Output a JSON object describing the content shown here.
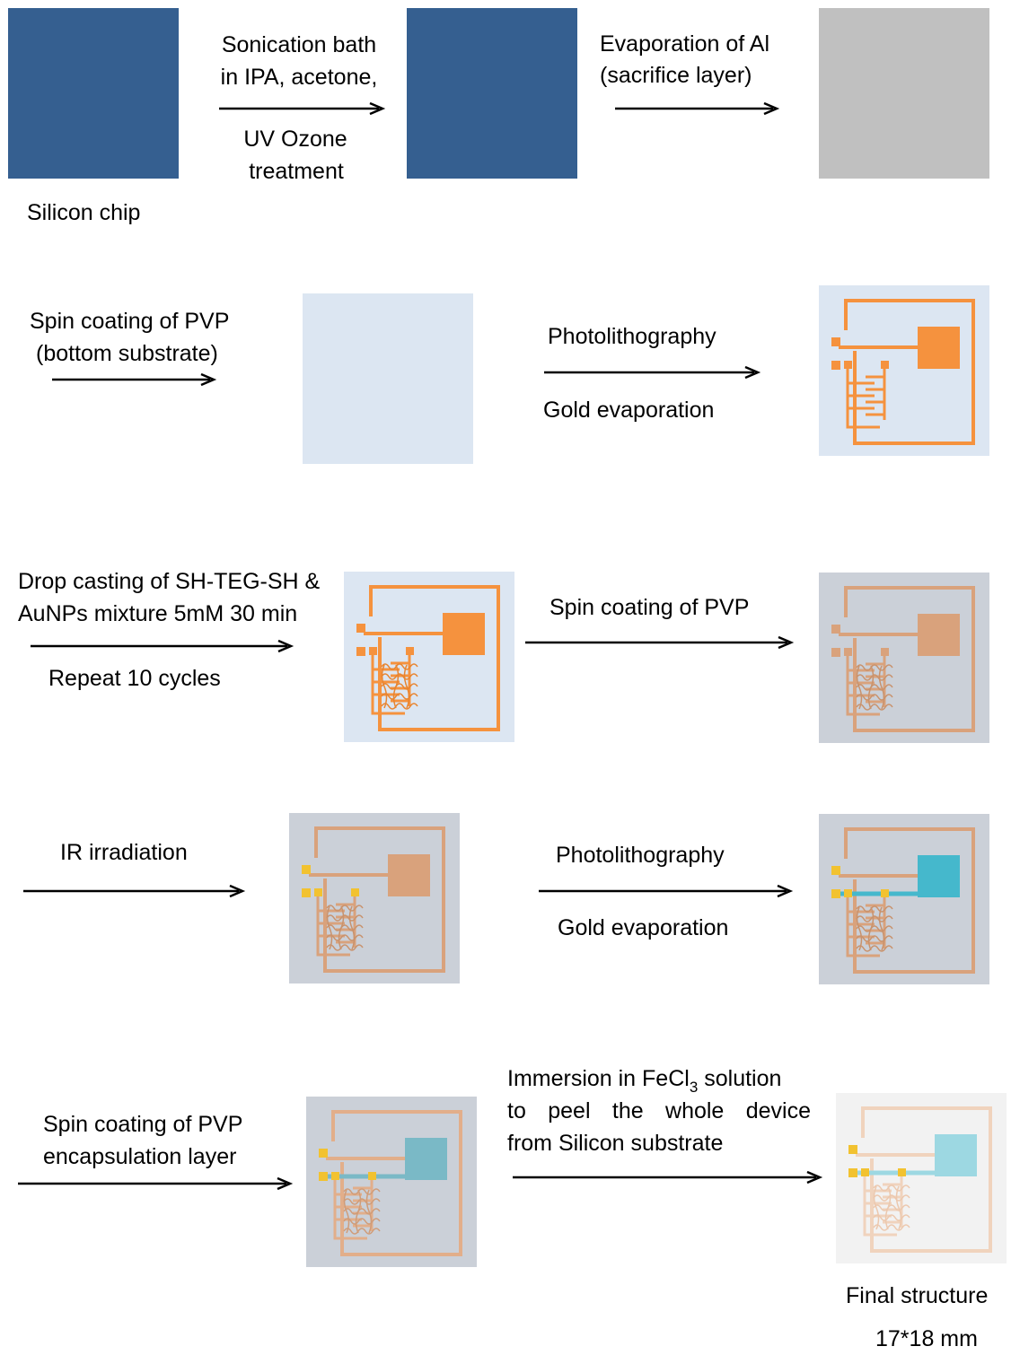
{
  "chip_label": "Silicon chip",
  "step1": {
    "line1": "Sonication bath",
    "line2": "in IPA, acetone,",
    "line3": "UV Ozone",
    "line4": "treatment"
  },
  "step2": {
    "line1": "Evaporation of Al",
    "line2": "(sacrifice layer)"
  },
  "step3": {
    "line1": "Spin coating of PVP",
    "line2": "(bottom substrate)"
  },
  "step4": {
    "line1": "Photolithography",
    "line2": "Gold evaporation"
  },
  "step5": {
    "line1": "Drop casting of SH-TEG-SH &",
    "line2": "AuNPs mixture 5mM 30 min",
    "line3": "Repeat 10 cycles"
  },
  "step6": {
    "line1": "Spin coating of PVP"
  },
  "step7": {
    "line1": "IR irradiation"
  },
  "step8": {
    "line1": "Photolithography",
    "line2": "Gold evaporation"
  },
  "step9": {
    "line1": "Spin coating of PVP",
    "line2": "encapsulation layer"
  },
  "step10": {
    "line1_prefix": "Immersion in FeCl",
    "line1_sub": "3",
    "line1_suffix": " solution",
    "line2": "to peel the whole device",
    "line3": "from Silicon substrate"
  },
  "final": {
    "label": "Final structure",
    "size": "17*18 mm"
  },
  "colors": {
    "silicon": "#355f90",
    "aluminium": "#c0c0c0",
    "pvp_substrate": "#dce6f2",
    "gold": "#f5923e",
    "encapsulated_bg": "#cbd0d8",
    "faded_gold": "#d9a27c",
    "contact_pad": "#f2c230",
    "top_electrode": "#45b8cc",
    "final_bg": "#f2f2f2"
  },
  "icons": [
    "arrow-right-icon",
    "electrode-pattern-icon"
  ]
}
